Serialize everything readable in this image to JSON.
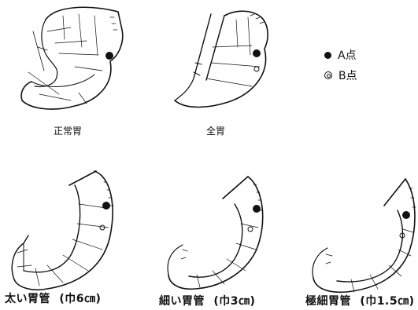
{
  "figures": {
    "normal": {
      "label": "正常胃"
    },
    "total": {
      "label": "全胃"
    },
    "thick": {
      "label": "太い胃管",
      "width_note": "(巾6㎝)"
    },
    "thin": {
      "label": "細い胃管",
      "width_note": "(巾3㎝)"
    },
    "very_thin": {
      "label": "極細胃管",
      "width_note": "(巾1.5㎝)"
    }
  },
  "legend": {
    "point_a": "A点",
    "point_b": "B点"
  },
  "colors": {
    "ink": "#111111",
    "paper": "#ffffff"
  }
}
